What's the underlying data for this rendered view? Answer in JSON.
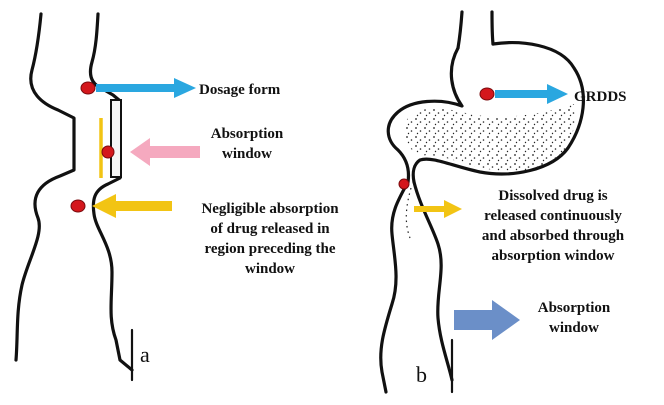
{
  "panel_a": {
    "letter": "a",
    "labels": {
      "dosage_form": "Dosage form",
      "absorption_window": [
        "Absorption",
        "window"
      ],
      "negligible": [
        "Negligible absorption",
        "of drug released in",
        "region preceding the",
        "window"
      ]
    }
  },
  "panel_b": {
    "letter": "b",
    "labels": {
      "grdds": "GRDDS",
      "dissolved": [
        "Dissolved drug is",
        "released continuously",
        "and absorbed through",
        "absorption window"
      ],
      "absorption_window": [
        "Absorption",
        "window"
      ]
    }
  },
  "colors": {
    "drug_dot": "#d4171c",
    "arrow_blue": "#2aa7e0",
    "arrow_pink": "#f5a9bf",
    "arrow_yellow": "#f2c414",
    "arrow_steel": "#6b8fc8",
    "outline": "#111111"
  }
}
